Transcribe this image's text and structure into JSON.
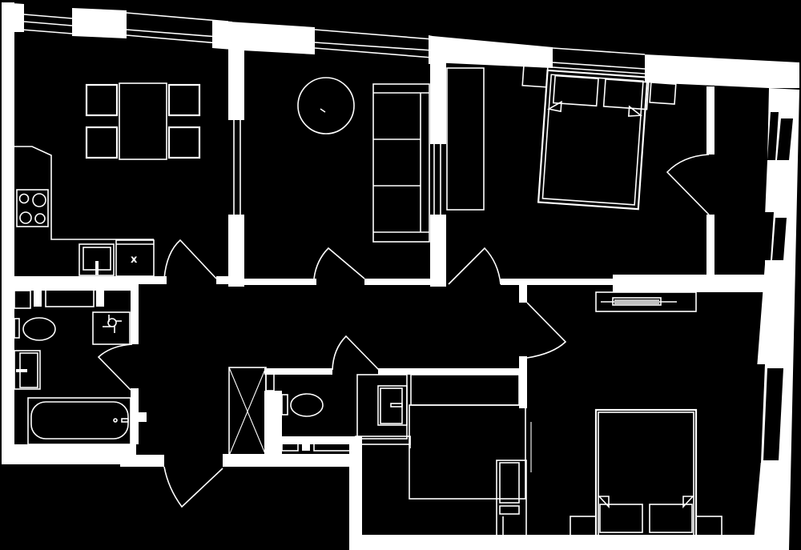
{
  "diagram": {
    "type": "floor-plan",
    "colors": {
      "background": "#000000",
      "lines": "#ffffff"
    },
    "rooms": [
      {
        "id": "kitchen-dining",
        "furniture": [
          "dining-table",
          "chair",
          "chair",
          "chair",
          "chair",
          "counter",
          "cooktop",
          "sink",
          "appliance"
        ]
      },
      {
        "id": "living-room",
        "furniture": [
          "round-table",
          "sofa"
        ]
      },
      {
        "id": "bedroom-1",
        "furniture": [
          "double-bed",
          "pillow",
          "pillow",
          "nightstand",
          "nightstand",
          "wardrobe"
        ]
      },
      {
        "id": "bedroom-2",
        "furniture": [
          "double-bed",
          "pillow",
          "pillow",
          "nightstand",
          "nightstand",
          "tv-console"
        ]
      },
      {
        "id": "bathroom-1",
        "furniture": [
          "toilet",
          "washbasin",
          "bathtub",
          "washing-machine"
        ]
      },
      {
        "id": "bathroom-2",
        "furniture": [
          "shower",
          "toilet",
          "washbasin"
        ]
      },
      {
        "id": "hallway",
        "furniture": []
      },
      {
        "id": "closet",
        "furniture": [
          "shelving"
        ]
      }
    ],
    "labels": {
      "appliance_mark": "x"
    }
  }
}
